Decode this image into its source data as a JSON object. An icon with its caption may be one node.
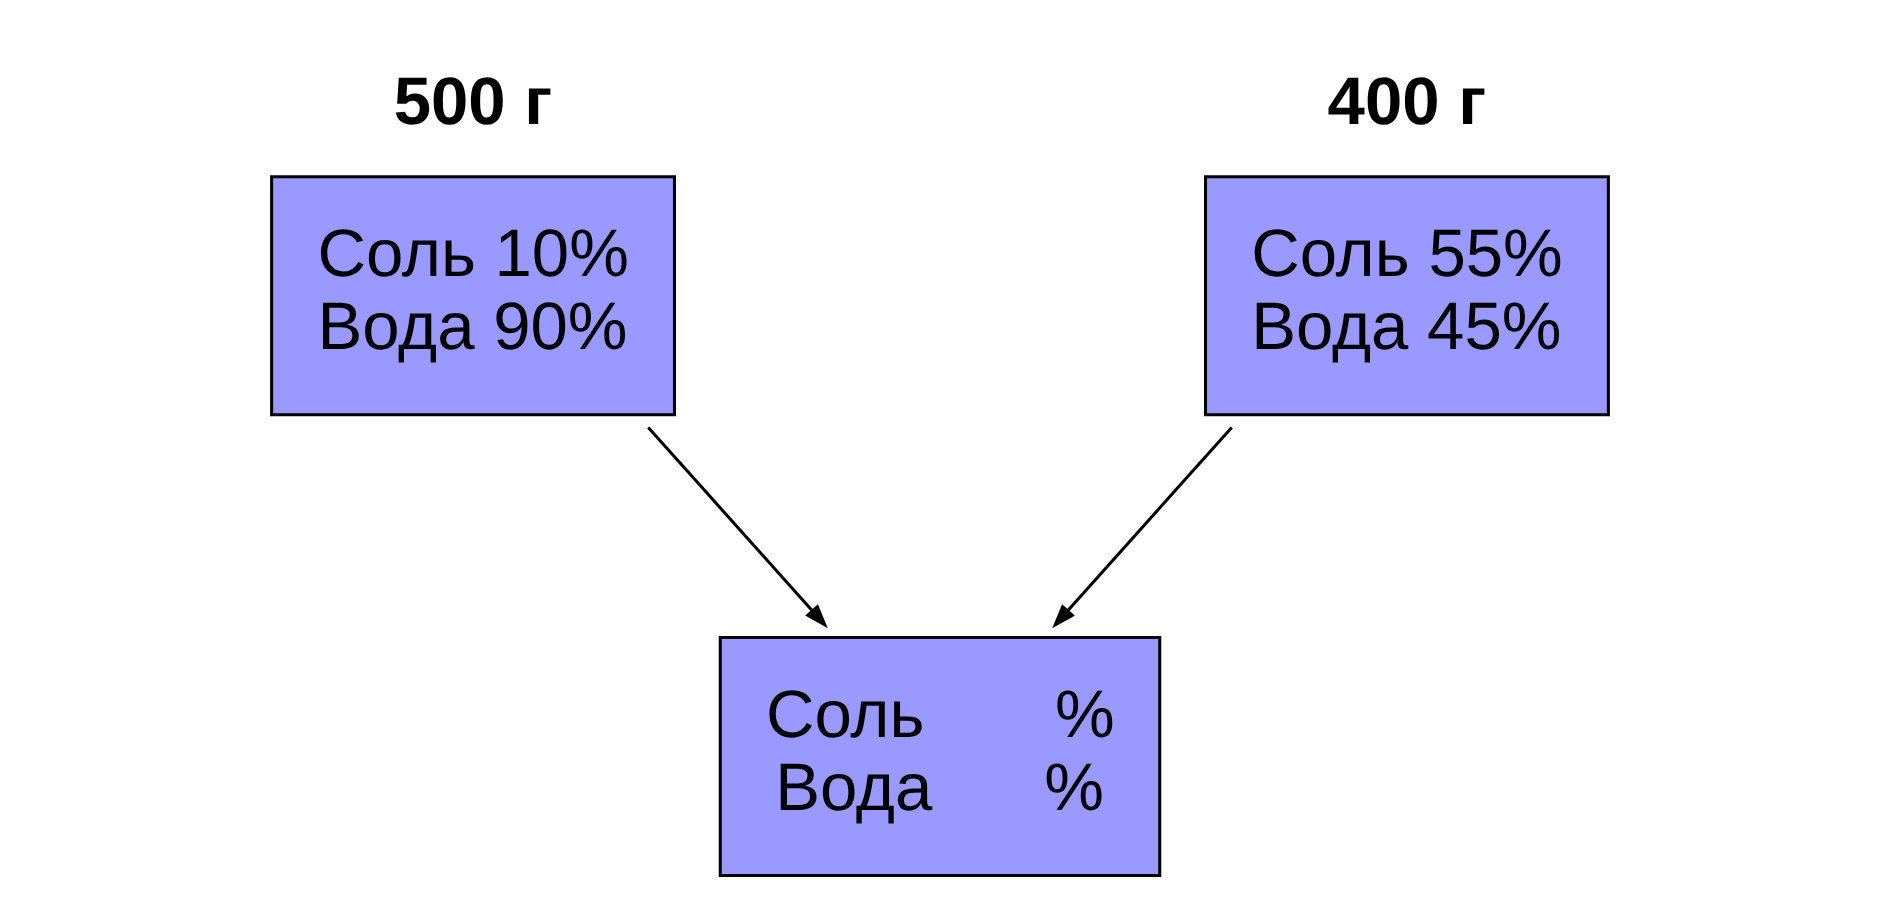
{
  "diagram": {
    "nodes": [
      {
        "text": [
          "Соль 10%",
          "Вода 90%"
        ],
        "beside": [
          "500 г"
        ]
      },
      {
        "text": [
          "Соль 55%",
          "Вода 45%"
        ],
        "beside": [
          "400 г"
        ]
      },
      {
        "text": [
          "Соль       %",
          "Вода      %"
        ]
      }
    ],
    "edges": [
      {
        "from": 0,
        "to": 2,
        "arrow": "to"
      },
      {
        "from": 1,
        "to": 2,
        "arrow": "to"
      }
    ]
  }
}
